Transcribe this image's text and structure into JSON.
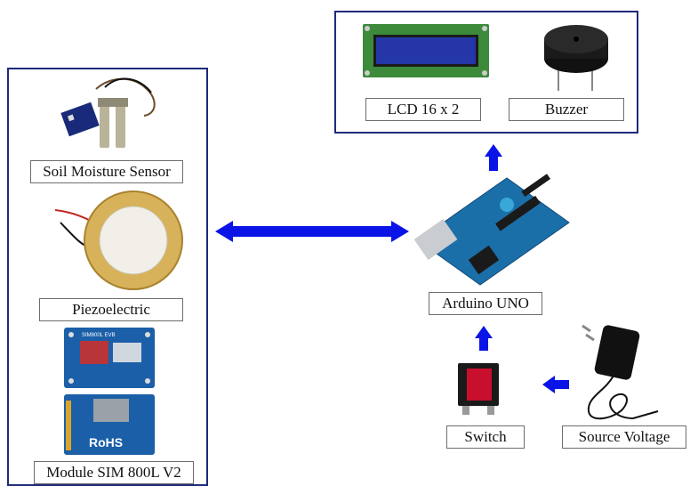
{
  "left_panel": {
    "soil_label": "Soil Moisture Sensor",
    "piezo_label": "Piezoelectric",
    "sim_label": "Module SIM 800L V2",
    "sim_board_text": "SIM800L EVB",
    "rohs_text": "RoHS"
  },
  "top_panel": {
    "lcd_label": "LCD 16 x 2",
    "buzzer_label": "Buzzer"
  },
  "center": {
    "arduino_label": "Arduino UNO"
  },
  "bottom": {
    "switch_label": "Switch",
    "source_label": "Source Voltage"
  },
  "colors": {
    "frame": "#1f2a7a",
    "arrow": "#0a14e6",
    "board_blue": "#1b5fa8",
    "lcd_green": "#3c8a3a",
    "lcd_screen": "#2436a8"
  }
}
